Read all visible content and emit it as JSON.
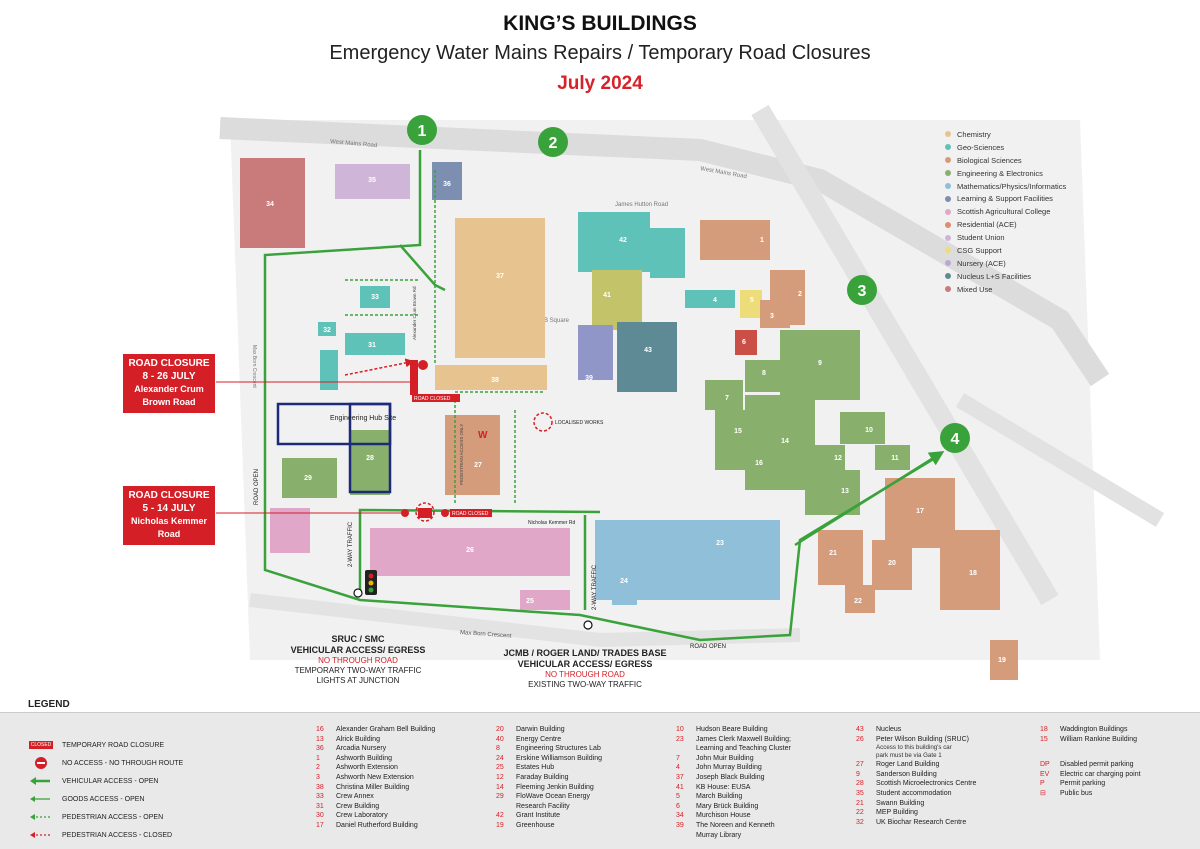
{
  "header": {
    "title": "KING’S BUILDINGS",
    "subtitle": "Emergency Water Mains Repairs / Temporary Road Closures",
    "date": "July 2024"
  },
  "points": [
    "1",
    "2",
    "3",
    "4"
  ],
  "closures": [
    {
      "label": "ROAD CLOSURE",
      "dates": "8 - 26 JULY",
      "road1": "Alexander Crum",
      "road2": "Brown Road"
    },
    {
      "label": "ROAD CLOSURE",
      "dates": "5 - 14 JULY",
      "road1": "Nicholas Kemmer",
      "road2": "Road"
    }
  ],
  "map_labels": {
    "west_mains_road": "West Mains Road",
    "west_mains_road_2": "West Mains Road",
    "james_hutton_road": "James Hutton Road",
    "max_born_crescent": "Max Born Crescent",
    "max_born_crescent_2": "Max Born Crescent",
    "kb_square": "KB Square",
    "engineering_hub": "Engineering Hub Site",
    "road_closed_1": "ROAD CLOSED",
    "road_closed_2": "ROAD CLOSED",
    "localised_works": "LOCALISED WORKS",
    "nicholas_kemmer_rd": "Nicholas Kemmer Rd",
    "road_open_left": "ROAD OPEN",
    "road_open_bottom": "ROAD OPEN",
    "two_way_traffic_1": "2-WAY TRAFFIC",
    "two_way_traffic_2": "2-WAY TRAFFIC",
    "alexander_crum_brown_rd": "Alexander Crum Brown Rd",
    "pedestrian_access_only": "PEDESTRIAN ACCESS ONLY",
    "w_marker": "W"
  },
  "access_notes": [
    {
      "title1": "SRUC / SMC",
      "title2": "VEHICULAR ACCESS/ EGRESS",
      "warn": "NO THROUGH ROAD",
      "note1": "TEMPORARY TWO-WAY TRAFFIC",
      "note2": "LIGHTS AT JUNCTION"
    },
    {
      "title1": "JCMB / ROGER LAND/ TRADES BASE",
      "title2": "VEHICULAR ACCESS/ EGRESS",
      "warn": "NO THROUGH ROAD",
      "note1": "EXISTING TWO-WAY TRAFFIC",
      "note2": ""
    }
  ],
  "map_legend": [
    {
      "label": "Chemistry",
      "color": "#e7c48f"
    },
    {
      "label": "Geo-Sciences",
      "color": "#5fc2b8"
    },
    {
      "label": "Biological Sciences",
      "color": "#d59c7c"
    },
    {
      "label": "Engineering & Electronics",
      "color": "#88b06c"
    },
    {
      "label": "Mathematics/Physics/Informatics",
      "color": "#8fbfd9"
    },
    {
      "label": "Learning & Support Facilities",
      "color": "#7c8fb0"
    },
    {
      "label": "Scottish Agricultural College",
      "color": "#e1a7c9"
    },
    {
      "label": "Residential (ACE)",
      "color": "#e08a6e"
    },
    {
      "label": "Student Union",
      "color": "#cfb6d8"
    },
    {
      "label": "CSG Support",
      "color": "#ecdc7a"
    },
    {
      "label": "Nursery (ACE)",
      "color": "#b9a7d6"
    },
    {
      "label": "Nucleus L+S Facilities",
      "color": "#5e8a96"
    },
    {
      "label": "Mixed Use",
      "color": "#c97a7a"
    }
  ],
  "legend": {
    "title": "LEGEND",
    "closed_tag": "CLOSED",
    "symbols": [
      "TEMPORARY ROAD CLOSURE",
      "NO ACCESS - NO THROUGH ROUTE",
      "VEHICULAR ACCESS - OPEN",
      "GOODS ACCESS - OPEN",
      "PEDESTRIAN ACCESS - OPEN",
      "PEDESTRIAN ACCESS - CLOSED"
    ]
  },
  "buildings_col1": [
    {
      "n": "16",
      "name": "Alexander Graham Bell Building"
    },
    {
      "n": "13",
      "name": "Alrick Building"
    },
    {
      "n": "36",
      "name": "Arcadia Nursery"
    },
    {
      "n": "1",
      "name": "Ashworth Building"
    },
    {
      "n": "2",
      "name": "Ashworth Extension"
    },
    {
      "n": "3",
      "name": "Ashworth New Extension"
    },
    {
      "n": "38",
      "name": "Christina Miller Building"
    },
    {
      "n": "33",
      "name": "Crew Annex"
    },
    {
      "n": "31",
      "name": "Crew Building"
    },
    {
      "n": "30",
      "name": "Crew Laboratory"
    },
    {
      "n": "17",
      "name": "Daniel Rutherford Building"
    }
  ],
  "buildings_col2": [
    {
      "n": "20",
      "name": "Darwin Building"
    },
    {
      "n": "40",
      "name": "Energy Centre"
    },
    {
      "n": "8",
      "name": "Engineering Structures Lab"
    },
    {
      "n": "24",
      "name": "Erskine Williamson Building"
    },
    {
      "n": "25",
      "name": "Estates Hub"
    },
    {
      "n": "12",
      "name": "Faraday Building"
    },
    {
      "n": "14",
      "name": "Fleeming Jenkin Building"
    },
    {
      "n": "29",
      "name": "FloWave Ocean Energy"
    },
    {
      "n": "",
      "name": "Research Facility"
    },
    {
      "n": "42",
      "name": "Grant Institute"
    },
    {
      "n": "19",
      "name": "Greenhouse"
    }
  ],
  "buildings_col3": [
    {
      "n": "10",
      "name": "Hudson Beare Building"
    },
    {
      "n": "23",
      "name": "James Clerk Maxwell Building;"
    },
    {
      "n": "",
      "name": "Learning and Teaching Cluster"
    },
    {
      "n": "7",
      "name": "John Muir Building"
    },
    {
      "n": "4",
      "name": "John Murray Building"
    },
    {
      "n": "37",
      "name": "Joseph Black Building"
    },
    {
      "n": "41",
      "name": "KB House: EUSA"
    },
    {
      "n": "5",
      "name": "March Building"
    },
    {
      "n": "6",
      "name": "Mary Brück Building"
    },
    {
      "n": "34",
      "name": "Murchison House"
    },
    {
      "n": "39",
      "name": "The Noreen and Kenneth"
    },
    {
      "n": "",
      "name": "Murray Library"
    }
  ],
  "buildings_col4": [
    {
      "n": "43",
      "name": "Nucleus"
    },
    {
      "n": "26",
      "name": "Peter Wilson Building (SRUC)"
    },
    {
      "n": "27",
      "name": "Roger Land Building"
    },
    {
      "n": "9",
      "name": "Sanderson Building"
    },
    {
      "n": "28",
      "name": "Scottish Microelectronics Centre"
    },
    {
      "n": "35",
      "name": "Student accommodation"
    },
    {
      "n": "21",
      "name": "Swann Building"
    },
    {
      "n": "22",
      "name": "MEP Building"
    },
    {
      "n": "32",
      "name": "UK Biochar Research Centre"
    }
  ],
  "wilson_note1": "Access to this building's car",
  "wilson_note2": "park must be via Gate 1",
  "buildings_col5": [
    {
      "n": "18",
      "name": "Waddington Buildings"
    },
    {
      "n": "15",
      "name": "William Rankine Building"
    }
  ],
  "facilities": [
    {
      "icon": "DP",
      "name": "Disabled permit parking"
    },
    {
      "icon": "EV",
      "name": "Electric car charging point"
    },
    {
      "icon": "P",
      "name": "Permit parking"
    },
    {
      "icon": "⊟",
      "name": "Public bus"
    }
  ]
}
